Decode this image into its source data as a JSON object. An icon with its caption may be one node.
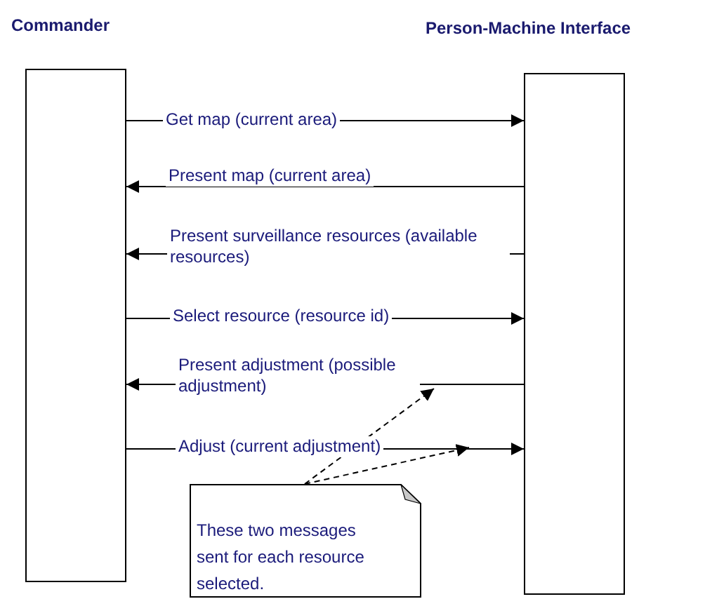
{
  "diagram": {
    "nodes": [
      {
        "text": [
          "Commander"
        ]
      },
      {
        "text": [
          "Person-Machine Interface"
        ]
      },
      {
        "text": [
          "These two messages sent for each resource selected."
        ]
      }
    ],
    "edges": [
      {
        "from": 0,
        "to": 1,
        "arrow": "to",
        "label": "Get map (current area)"
      },
      {
        "from": 1,
        "to": 0,
        "arrow": "to",
        "label": "Present map (current area)"
      },
      {
        "from": 1,
        "to": 0,
        "arrow": "to",
        "label": "Present surveillance resources (available resources)"
      },
      {
        "from": 0,
        "to": 1,
        "arrow": "to",
        "label": "Select resource (resource id)"
      },
      {
        "from": 1,
        "to": 0,
        "arrow": "to",
        "label": "Present adjustment (possible adjustment)"
      },
      {
        "from": 0,
        "to": 1,
        "arrow": "to",
        "label": "Adjust (current adjustment)"
      },
      {
        "from": 2,
        "to": null,
        "arrow": "to",
        "style": "dashed"
      },
      {
        "from": 2,
        "to": null,
        "arrow": "to",
        "style": "dashed"
      }
    ]
  }
}
